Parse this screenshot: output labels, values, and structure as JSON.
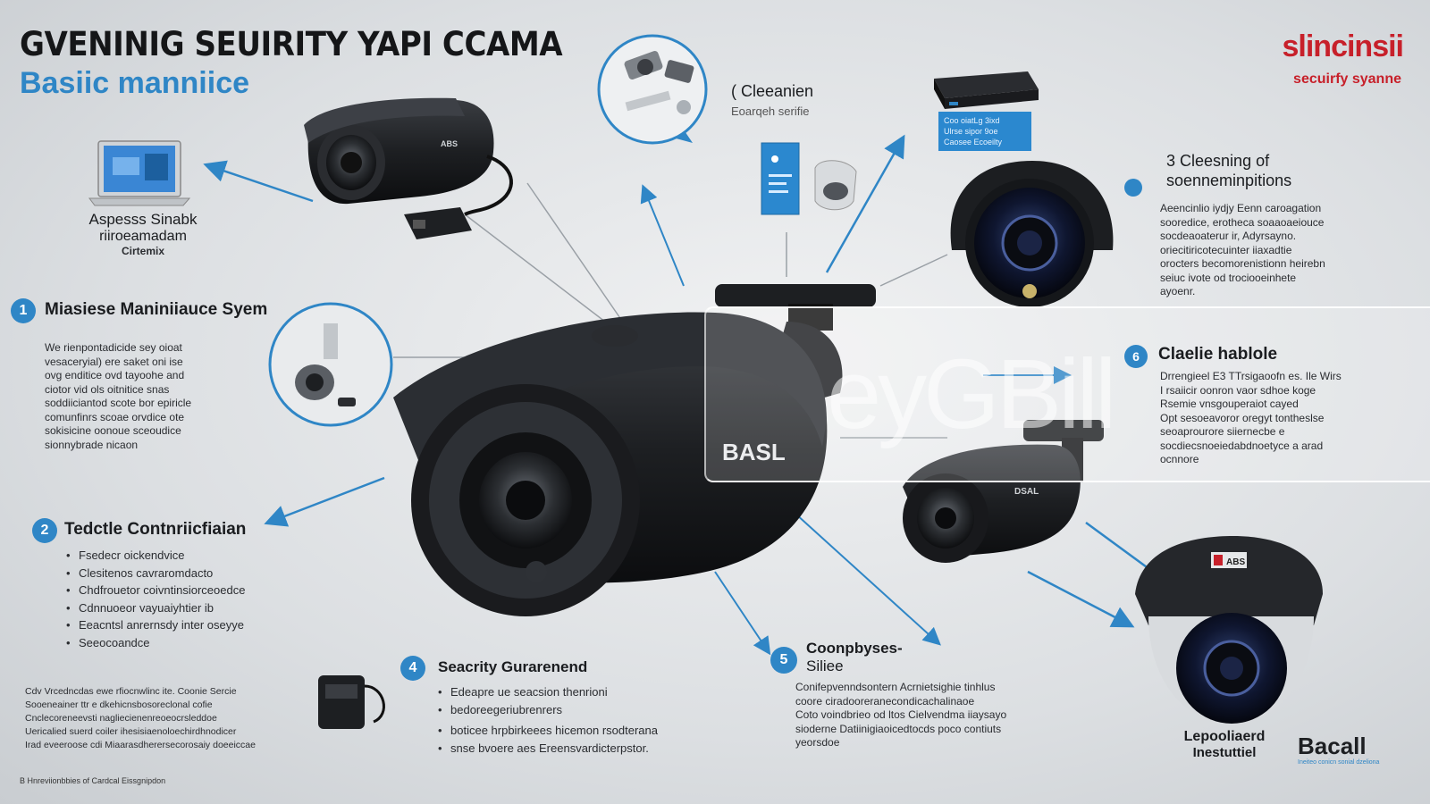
{
  "header": {
    "title": "GVENINIG SEUIRITY YAPI CCAMA",
    "subtitle": "Basiic manniice"
  },
  "brand": {
    "name": "slincinsii",
    "tagline": "secuirfy syanne"
  },
  "callout_top": {
    "title": "( Cleeanien",
    "subtitle": "Eoarqeh serifie"
  },
  "dvr_card": {
    "lines": [
      "Coo oiatLg 3ixd",
      "Ulrse sipor 9oe",
      "Caosee Ecoeilty"
    ]
  },
  "laptop_callout": {
    "lines": [
      "Aspesss Sinabk",
      "riiroeamadam",
      "Cirtemix"
    ]
  },
  "section_1": {
    "number": "1",
    "title": "Miasiese Maniniiauce Syem",
    "body": [
      "We rienpontadicide sey oioat",
      "vesaceryial) ere saket oni ise",
      "ovg enditice ovd tayoohe and",
      "ciotor vid ols oitnitice snas",
      "soddiiciantod scote bor epiricle",
      "comunfinrs scoae orvdice ote",
      "sokisicine oonoue sceoudice",
      "sionnybrade nicaon"
    ]
  },
  "section_2": {
    "number": "2",
    "title": "Tedctle Contnriicfiaian",
    "bullets": [
      "Fsedecr oickendvice",
      "Clesitenos cavraromdacto",
      "Chdfrouetor coivntinsiorceoedce",
      "Cdnnuoeor vayuaiyhtier ib",
      "Eeacntsl anrernsdy inter oseyye",
      "Seeocoandce"
    ]
  },
  "section_3": {
    "number": "3",
    "title": "Cleesning of",
    "title2": "soenneminpitions",
    "body": [
      "Aeencinlio iydjy Eenn caroagation",
      "sooredice, erotheca soaaoaeiouce",
      "socdeaoaterur ir, Adyrsayno.",
      "oriecitiricotecuinter iiaxadtie",
      "orocters becomorenistionn heirebn",
      "seiuc ivote od trociooeinhete",
      "ayoenr."
    ]
  },
  "section_4": {
    "number": "4",
    "title": "Seacrity Gurarenend",
    "bullets": [
      "Edeapre ue seacsion thenrioni",
      "bedoreegeriubrenrers"
    ],
    "bullets2": [
      "boticee hrpbirkeees hicemon rsodterana",
      "snse bvoere aes Ereensvardicterpstor."
    ]
  },
  "section_5": {
    "number": "5",
    "title": "Coonpbyses-",
    "title2": "Siliee",
    "body": [
      "Conifepvenndsontern Acrnietsighie tinhlus",
      "coore ciradooreranecondicachalinaoe",
      "Coto voindbrieo od ltos Cielvendma iiaysayo",
      "sioderne Datiinigiaoicedtocds poco contiuts",
      "yeorsdoe"
    ]
  },
  "section_6": {
    "number": "6",
    "title": "Claelie hablole",
    "body": [
      "Drrengieel E3 TTrsigaoofn es. Ile Wirs",
      "I rsaiicir oonron vaor sdhoe koge",
      "Rsemie vnsgouperaiot cayed",
      "Opt sesoeavoror oregyt tontheslse",
      "seoaprourore siiernecbe e",
      "socdiecsnoeiedabdnoetyce a arad",
      "ocnnore"
    ]
  },
  "bottom_left": {
    "lines": [
      "Cdv Vrcedncdas ewe rfiocnwlinc ite. Coonie Sercie",
      "Sooeneainer ttr e dkehicnsbosoreclonal cofie",
      "Cnclecoreneevsti nagliecienenreoeocrsleddoe",
      "Uericalied suerd coiler ihesisiaenoloechirdhnodicer",
      "Irad eveeroose cdi Miaarasdherersecorosaiy doeeiccae"
    ]
  },
  "camera_label": "BASL",
  "bullet_cam_label": "DSAL",
  "dome_label": "ABS",
  "bottom_right": {
    "label_line1": "Lepooliaerd",
    "label_line2": "Inestuttiel",
    "brand": "Bacall",
    "brand_tag": "Ineiteo conicn sonial dzeliona"
  },
  "watermark": "eyGBill",
  "footer": "B Hnreviionbbies of Cardcal Eissgnipdon",
  "colors": {
    "accent": "#2f86c6",
    "brand_red": "#c7202a",
    "camera_body": "#1f2124",
    "background": "#dcdfe2"
  },
  "icons": [
    "laptop-icon",
    "cleaning-tools-icon",
    "sd-card-icon",
    "usb-stick-icon",
    "dvr-recorder-icon",
    "small-bullet-camera-icon",
    "dome-camera-icon",
    "bullet-camera-icon",
    "junction-box-icon",
    "magnified-camera-icon"
  ]
}
